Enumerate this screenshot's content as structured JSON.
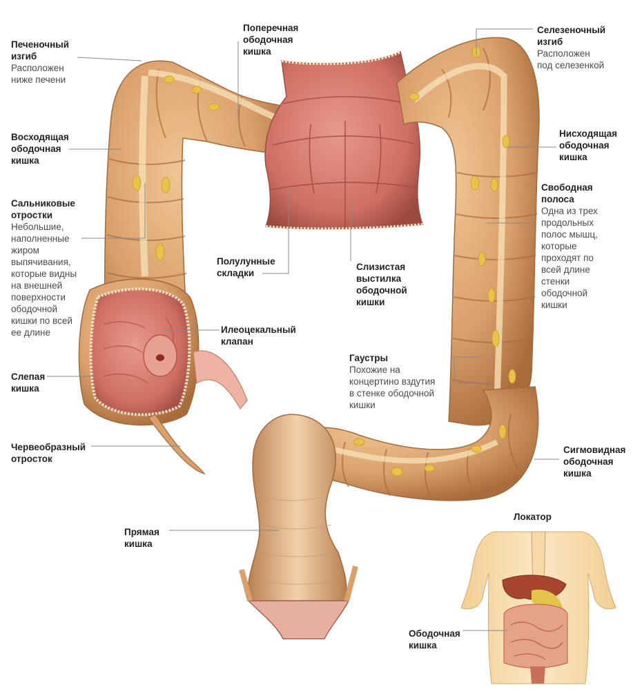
{
  "labels": {
    "hepatic_flexure": {
      "title": "Печеночный\nизгиб",
      "desc": "Расположен\nниже печени"
    },
    "transverse_colon": {
      "title": "Поперечная\nободочная\nкишка"
    },
    "splenic_flexure": {
      "title": "Селезеночный\nизгиб",
      "desc": "Расположен\nпод селезенкой"
    },
    "ascending_colon": {
      "title": "Восходящая\nободочная\nкишка"
    },
    "descending_colon": {
      "title": "Нисходящая\nободочная\nкишка"
    },
    "epiploic_appendages": {
      "title": "Сальниковые\nотростки",
      "desc": "Небольшие,\nнаполненные\nжиром\nвыпячивания,\nкоторые видны\nна внешней\nповерхности\nободочной\nкишки по всей\nее длине"
    },
    "taenia": {
      "title": "Свободная\nполоса",
      "desc": "Одна из трех\nпродольных\nполос мышц,\nкоторые\nпроходят по\nвсей длине\nстенки\nободочной\nкишки"
    },
    "semilunar_folds": {
      "title": "Полулунные\nскладки"
    },
    "mucosa": {
      "title": "Слизистая\nвыстилка\nободочной\nкишки"
    },
    "ileocecal_valve": {
      "title": "Илеоцекальный\nклапан"
    },
    "haustra": {
      "title": "Гаустры",
      "desc": "Похожие на\nконцертино вздутия\nв стенке ободочной\nкишки"
    },
    "cecum": {
      "title": "Слепая\nкишка"
    },
    "appendix": {
      "title": "Червеобразный\nотросток"
    },
    "sigmoid_colon": {
      "title": "Сигмовидная\nободочная\nкишка"
    },
    "rectum": {
      "title": "Прямая\nкишка"
    },
    "locator": {
      "title": "Локатор"
    },
    "locator_colon": {
      "title": "Ободочная\nкишка"
    }
  },
  "colors": {
    "colon": "#d9a06b",
    "colon_dark": "#b57a49",
    "mucosa": "#cf6f63",
    "fat": "#e9c24a",
    "leader": "#888888"
  }
}
